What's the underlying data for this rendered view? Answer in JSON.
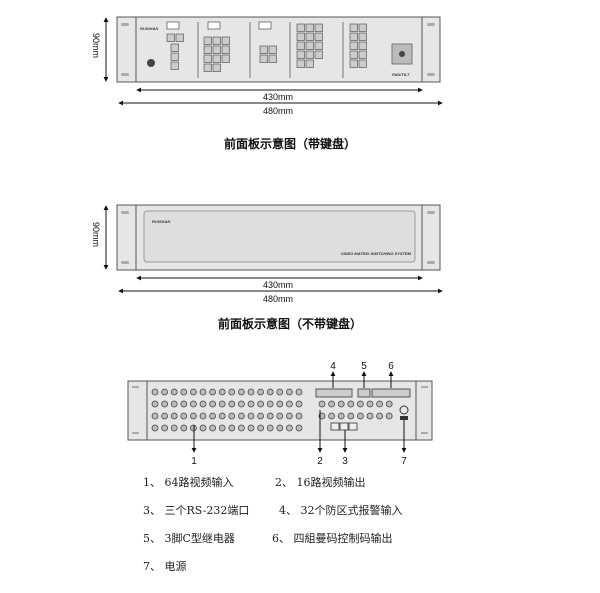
{
  "front_keyboard": {
    "brand": "RUISHAN",
    "ptz_label": "PAN/TILT",
    "height_label": "90mm",
    "inner_width": "430mm",
    "outer_width": "480mm",
    "caption": "前面板示意图（带键盘）"
  },
  "front_plain": {
    "brand": "RUISHAN",
    "system_label": "VIDEO MATRIX SWITCHING SYSTEM",
    "height_label": "90mm",
    "inner_width": "430mm",
    "outer_width": "480mm",
    "caption": "前面板示意图（不带键盘）"
  },
  "rear": {
    "callouts": [
      "1",
      "2",
      "3",
      "4",
      "5",
      "6",
      "7"
    ],
    "video_inputs": 64,
    "video_outputs": 16
  },
  "legend": [
    "1、 64路视频输入",
    "2、 16路视频输出",
    "3、 三个RS-232端口",
    "4、 32个防区式报警输入",
    "5、 3脚C型继电器",
    "6、 四組曼码控制码输出",
    "7、 电源"
  ]
}
